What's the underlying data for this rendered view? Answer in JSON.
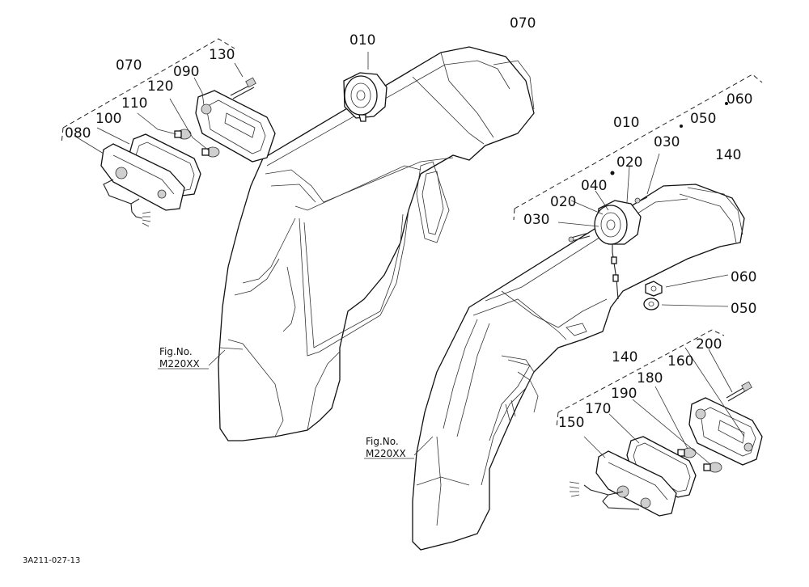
{
  "labels": {
    "l070a": "070",
    "l130": "130",
    "l090": "090",
    "l120": "120",
    "l110": "110",
    "l100": "100",
    "l080": "080",
    "l010a": "010",
    "l070b": "070",
    "l010b": "010",
    "l050a": "050",
    "l060a": "060",
    "l030a": "030",
    "l140a": "140",
    "l020a": "020",
    "l040": "040",
    "l020b": "020",
    "l030b": "030",
    "l060b": "060",
    "l050b": "050",
    "l140b": "140",
    "l200": "200",
    "l160": "160",
    "l180": "180",
    "l190": "190",
    "l170": "170",
    "l150": "150"
  },
  "fig_refs": [
    {
      "line1": "Fig.No.",
      "line2": "M220XX"
    },
    {
      "line1": "Fig.No.",
      "line2": "M220XX"
    }
  ],
  "drawing_code": "3A211-027-13"
}
